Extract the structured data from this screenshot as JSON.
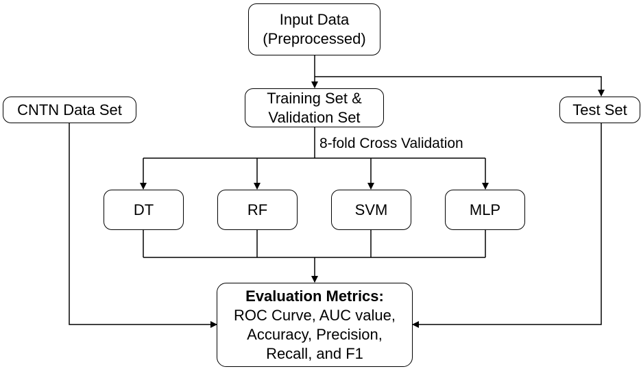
{
  "nodes": {
    "input": {
      "lines": [
        "Input Data",
        "(Preprocessed)"
      ]
    },
    "training": {
      "lines": [
        "Training Set &",
        "Validation Set"
      ]
    },
    "cntn": {
      "label": "CNTN Data Set"
    },
    "test": {
      "label": "Test Set"
    },
    "dt": {
      "label": "DT"
    },
    "rf": {
      "label": "RF"
    },
    "svm": {
      "label": "SVM"
    },
    "mlp": {
      "label": "MLP"
    },
    "evaluation": {
      "title": "Evaluation Metrics:",
      "lines": [
        "ROC Curve, AUC value,",
        "Accuracy, Precision,",
        "Recall, and F1"
      ]
    }
  },
  "edge_labels": {
    "cross_validation": "8-fold Cross Validation"
  }
}
